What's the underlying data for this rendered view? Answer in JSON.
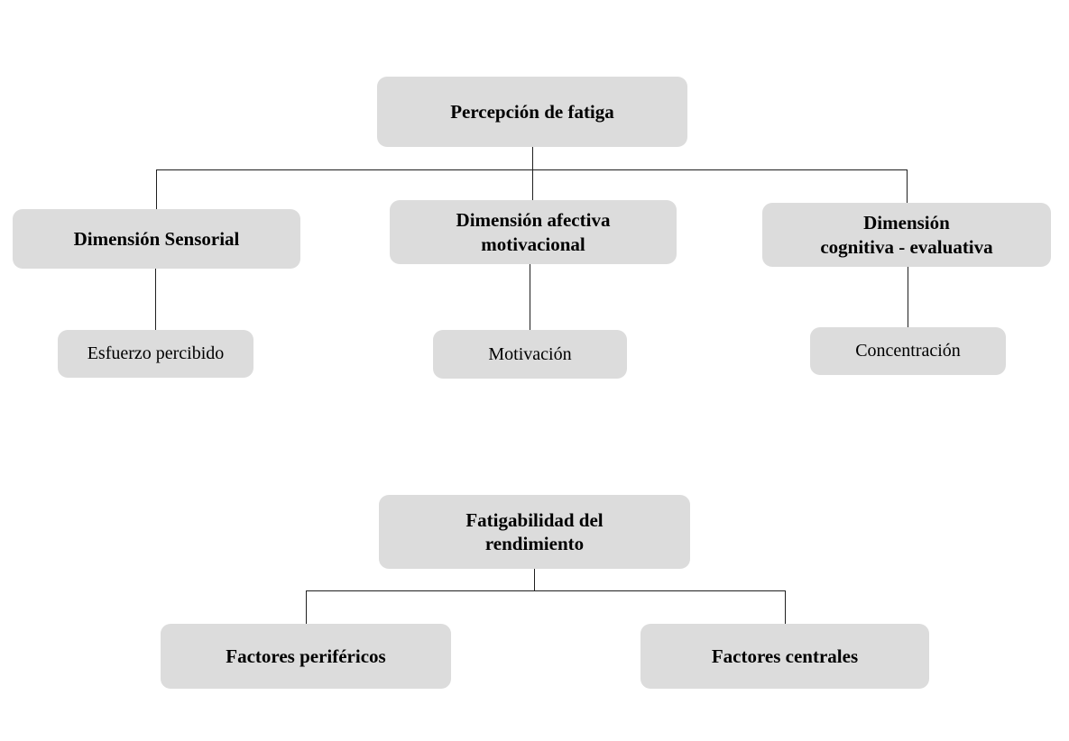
{
  "diagram": {
    "tree1": {
      "root": "Percepción de fatiga",
      "children": [
        {
          "label": "Dimensión Sensorial",
          "leaf": "Esfuerzo percibido"
        },
        {
          "label": "Dimensión afectiva\nmotivacional",
          "leaf": "Motivación"
        },
        {
          "label": "Dimensión\ncognitiva - evaluativa",
          "leaf": "Concentración"
        }
      ]
    },
    "tree2": {
      "root": "Fatigabilidad del\nrendimiento",
      "children": [
        {
          "label": "Factores periféricos"
        },
        {
          "label": "Factores centrales"
        }
      ]
    },
    "colors": {
      "box_fill": "#dcdcdc",
      "line": "#1f1f1f",
      "text": "#000000",
      "background": "#ffffff"
    }
  }
}
